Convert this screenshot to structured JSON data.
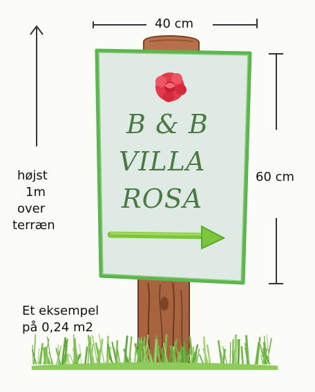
{
  "dimensions": {
    "width_label": "40 cm",
    "height_label": "60 cm"
  },
  "height_note": [
    "højst",
    "1m",
    "over",
    "terræn"
  ],
  "sign": {
    "lines": [
      "B & B",
      "VILLA",
      "ROSA"
    ],
    "background": "#dfeae4",
    "border": "#5cb550",
    "text_color": "#4a7a44",
    "arrow_color": "#7cc63a",
    "rose_color": "#e23a4a"
  },
  "example_note": [
    "Et eksempel",
    "på 0,24 m2"
  ],
  "post_color": "#a8643f",
  "grass_color": "#7ec04e"
}
